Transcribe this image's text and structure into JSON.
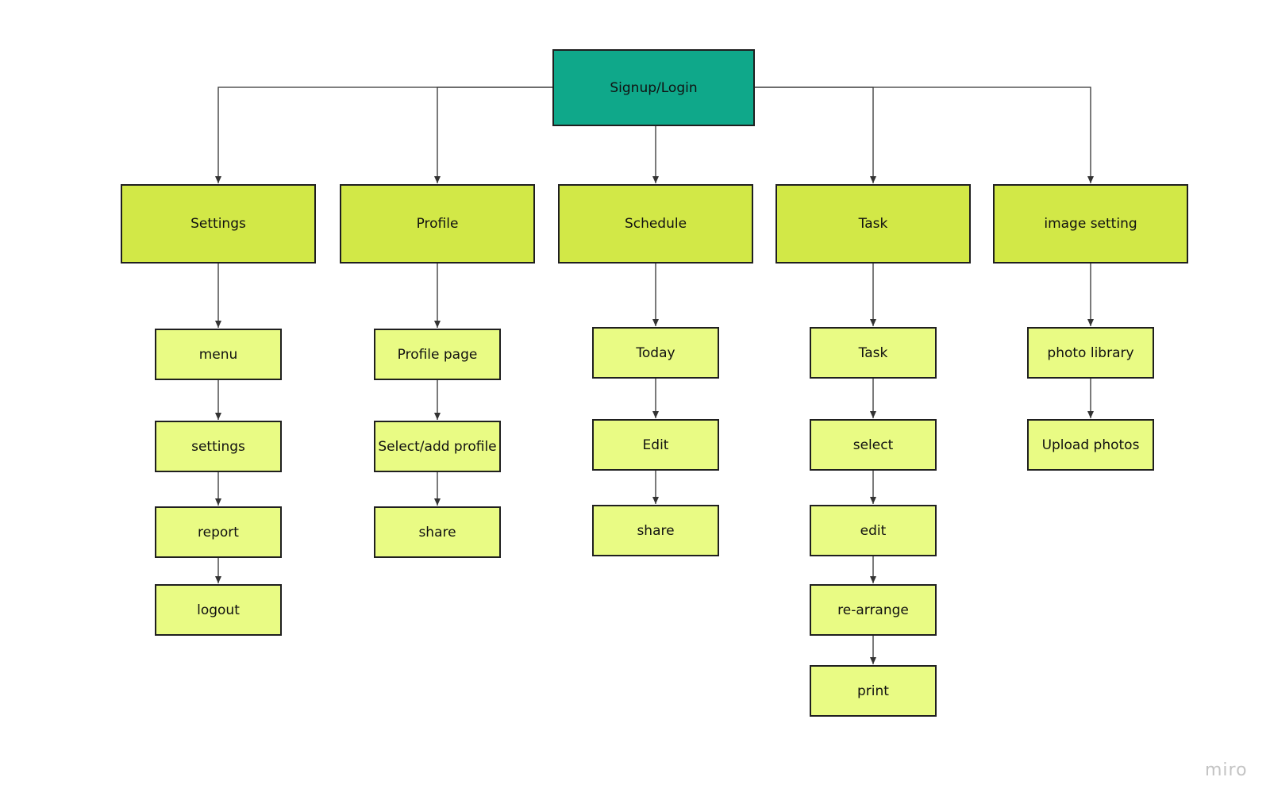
{
  "colors": {
    "root_fill": "#0fa88a",
    "category_fill": "#d2e847",
    "leaf_fill": "#e9fb84",
    "border": "#1f1f1f",
    "connector": "#333333"
  },
  "root": {
    "label": "Signup/Login"
  },
  "categories": [
    {
      "label": "Settings",
      "items": [
        "menu",
        "settings",
        "report",
        "logout"
      ]
    },
    {
      "label": "Profile",
      "items": [
        "Profile page",
        "Select/add profile",
        "share"
      ]
    },
    {
      "label": "Schedule",
      "items": [
        "Today",
        "Edit",
        "share"
      ]
    },
    {
      "label": "Task",
      "items": [
        "Task",
        "select",
        "edit",
        "re-arrange",
        "print"
      ]
    },
    {
      "label": "image setting",
      "items": [
        "photo library",
        "Upload photos"
      ]
    }
  ],
  "watermark": "miro"
}
